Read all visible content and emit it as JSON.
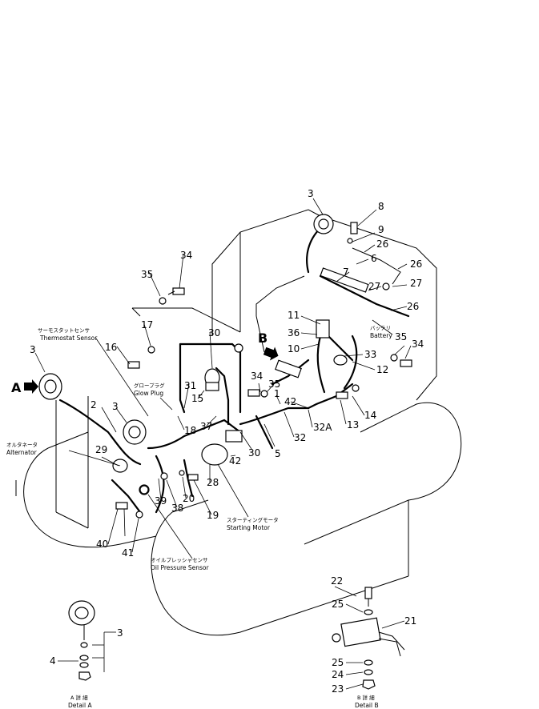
{
  "callouts": {
    "n1": "1",
    "n2": "2",
    "n3_top": "3",
    "n3_left": "3",
    "n3_mid": "3",
    "n3_detailA": "3",
    "n4": "4",
    "n5": "5",
    "n6": "6",
    "n7": "7",
    "n8": "8",
    "n9": "9",
    "n10": "10",
    "n11": "11",
    "n12": "12",
    "n13": "13",
    "n14": "14",
    "n15": "15",
    "n16": "16",
    "n17": "17",
    "n18": "18",
    "n19": "19",
    "n20": "20",
    "n21": "21",
    "n22": "22",
    "n23": "23",
    "n24": "24",
    "n25a": "25",
    "n25b": "25",
    "n26a": "26",
    "n26b": "26",
    "n26c": "26",
    "n27a": "27",
    "n27b": "27",
    "n28": "28",
    "n29": "29",
    "n30a": "30",
    "n30b": "30",
    "n31": "31",
    "n32": "32",
    "n32a": "32A",
    "n33": "33",
    "n34a": "34",
    "n34b": "34",
    "n34c": "34",
    "n35a": "35",
    "n35b": "35",
    "n35c": "35",
    "n36": "36",
    "n37": "37",
    "n38": "38",
    "n39": "39",
    "n40": "40",
    "n41": "41",
    "n42a": "42",
    "n42b": "42"
  },
  "view_arrows": {
    "a": "A",
    "b": "B"
  },
  "captions": {
    "thermostat_jp": "サーモスタットセンサ",
    "thermostat_en": "Thermostat Sensor",
    "glowplug_jp": "グロープラグ",
    "glowplug_en": "Glow Plug",
    "alternator_jp": "オルタネータ",
    "alternator_en": "Alternator",
    "battery_jp": "バッテリ",
    "battery_en": "Battery",
    "starting_jp": "スターティングモータ",
    "starting_en": "Starting Motor",
    "oil_jp": "オイルプレッシャセンサ",
    "oil_en": "Oil Pressure Sensor",
    "detailA_jp": "A 詳 細",
    "detailA_en": "Detail A",
    "detailB_jp": "B 詳 細",
    "detailB_en": "Detail B"
  }
}
